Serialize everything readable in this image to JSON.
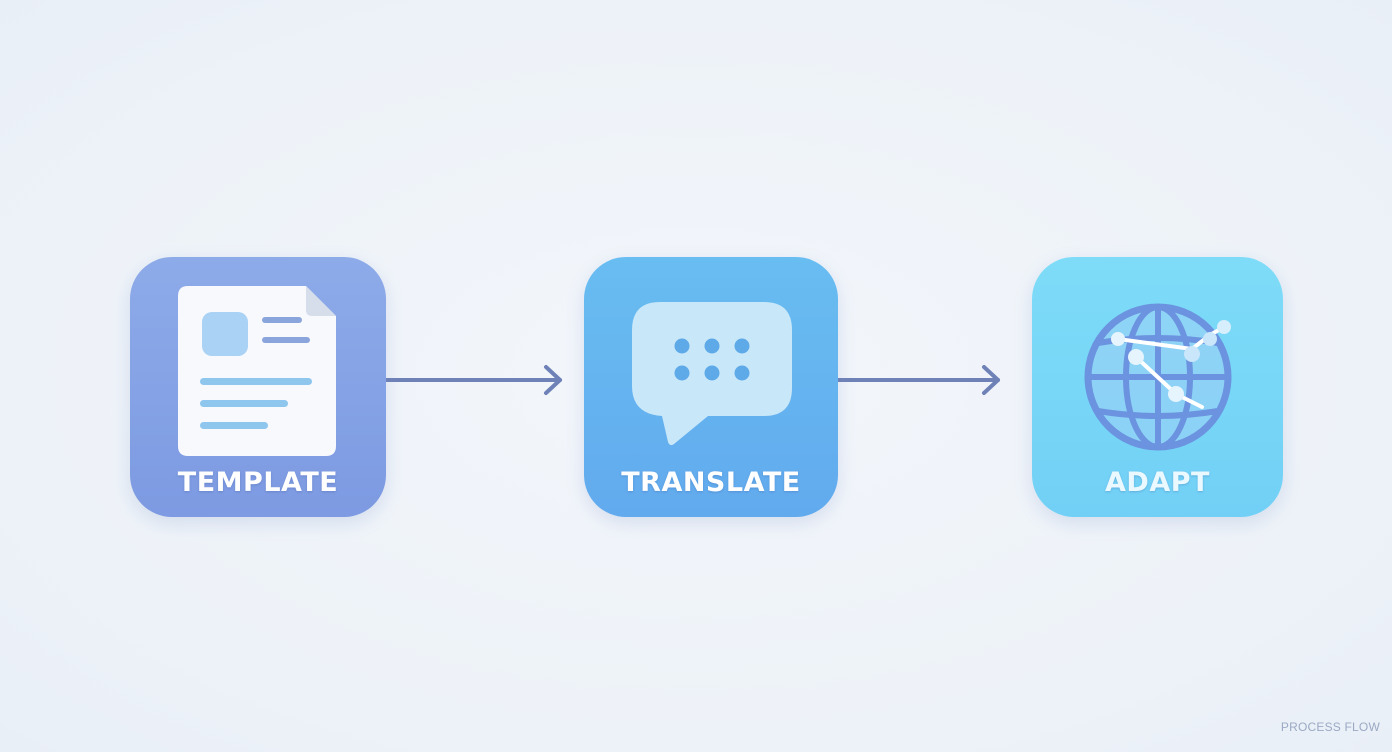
{
  "steps": [
    {
      "label": "TEMPLATE",
      "icon": "document-icon"
    },
    {
      "label": "TRANSLATE",
      "icon": "chat-bubble-icon"
    },
    {
      "label": "ADAPT",
      "icon": "globe-network-icon"
    }
  ],
  "footer": {
    "label": "PROCESS FLOW"
  },
  "colors": {
    "background": "#eef3f9",
    "template": "#8aa6e8",
    "translate": "#66b5f0",
    "adapt": "#7ad8f7",
    "connector": "#6f82b8"
  }
}
